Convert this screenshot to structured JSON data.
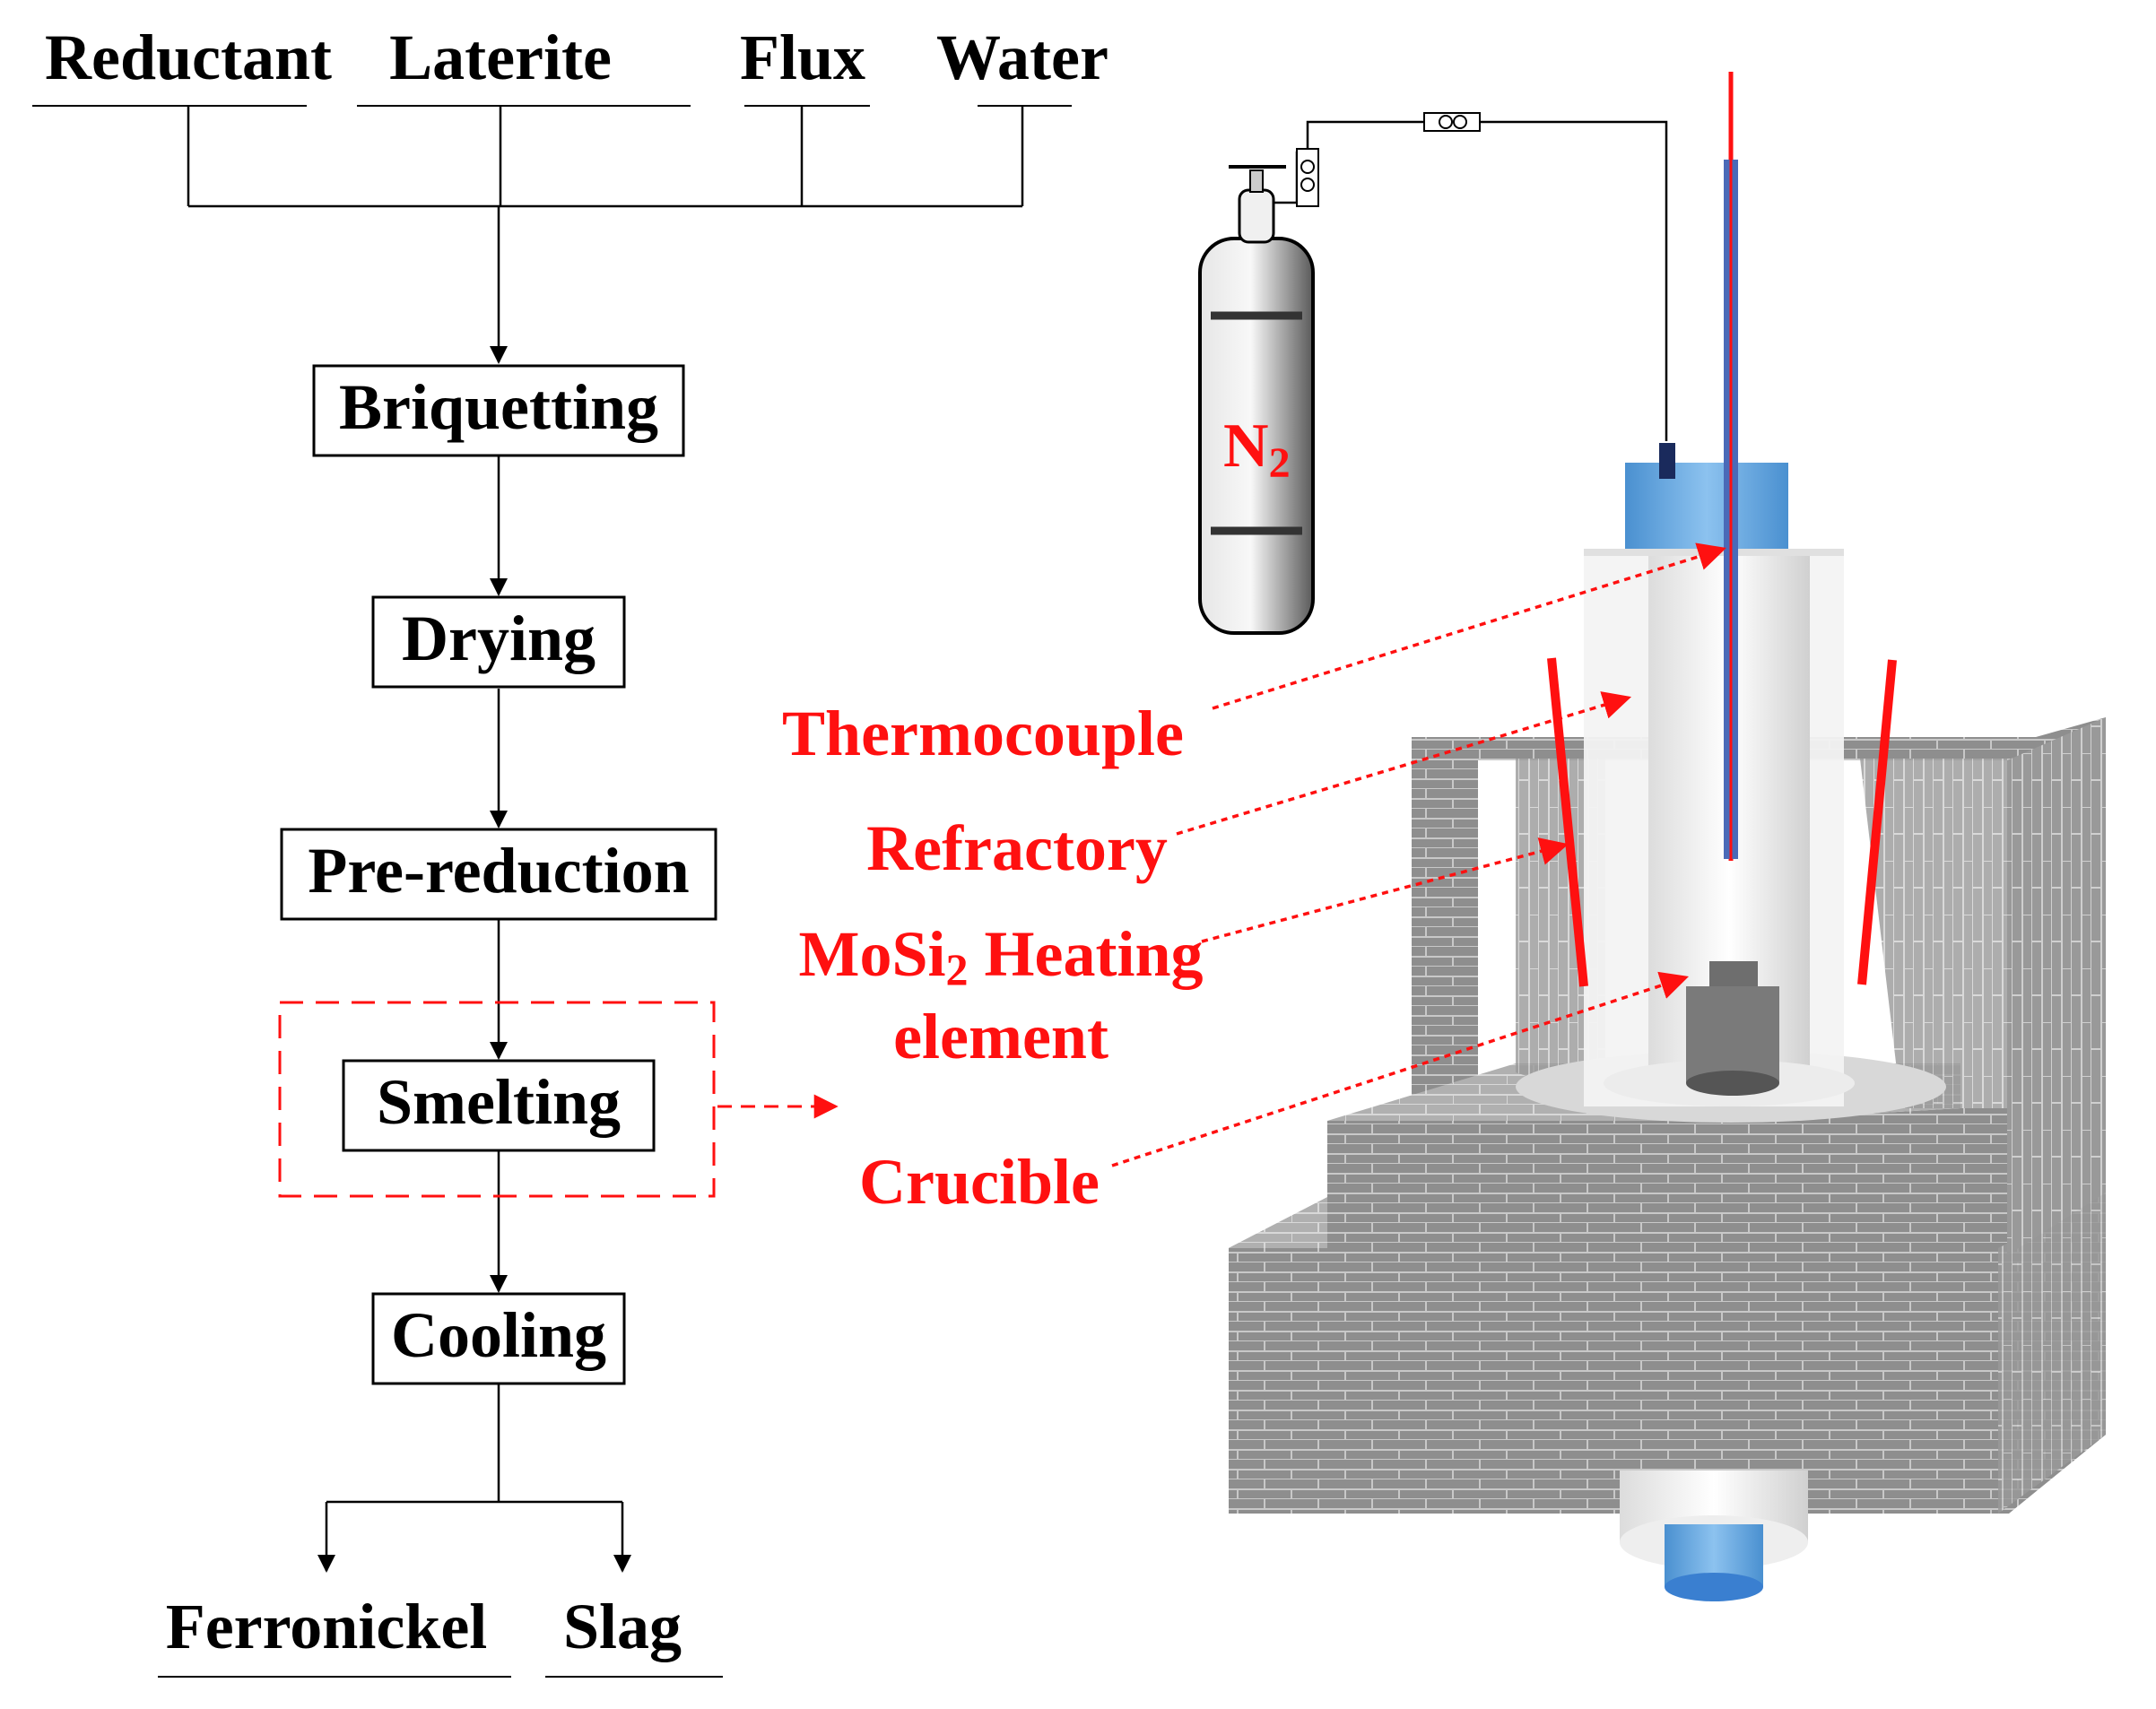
{
  "inputs": {
    "reductant": "Reductant",
    "laterite": "Laterite",
    "flux": "Flux",
    "water": "Water"
  },
  "steps": {
    "briquetting": "Briquetting",
    "drying": "Drying",
    "pre_reduction": "Pre-reduction",
    "smelting": "Smelting",
    "cooling": "Cooling"
  },
  "outputs": {
    "ferronickel": "Ferronickel",
    "slag": "Slag"
  },
  "gas": {
    "symbol": "N",
    "subscript": "2"
  },
  "callouts": {
    "thermocouple": "Thermocouple",
    "refractory": "Refractory",
    "heating_line1_a": "MoSi",
    "heating_line1_sub": "2",
    "heating_line1_b": " Heating",
    "heating_line2": "element",
    "crucible": "Crucible"
  },
  "colors": {
    "callout": "#ff1010",
    "brick": "#8c8c8c",
    "tube_cap": "#6aa8dc",
    "bottom_cap": "#3a7fd0"
  }
}
